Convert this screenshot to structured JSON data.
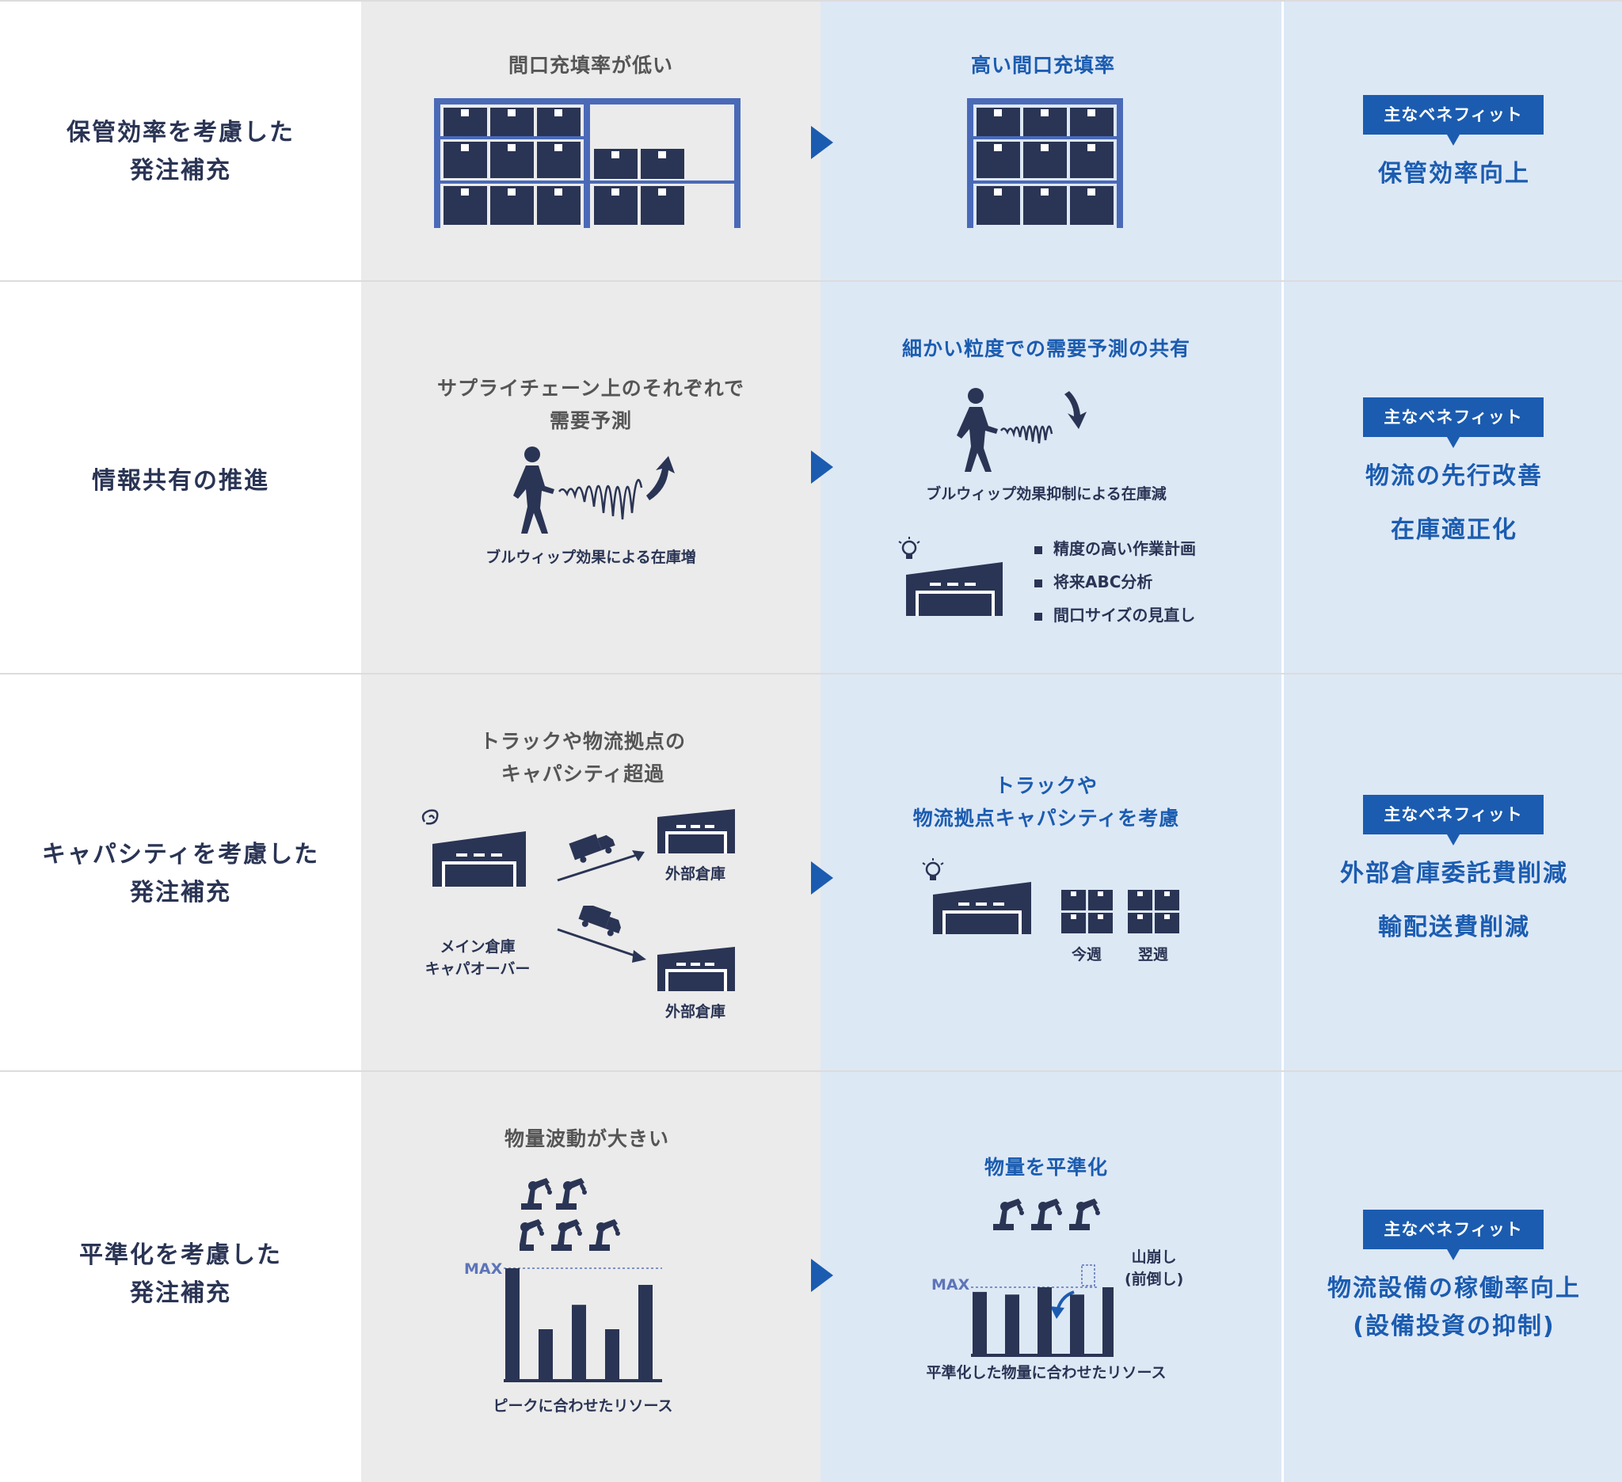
{
  "rows": [
    {
      "label": [
        "保管効率を考慮した",
        "発注補充"
      ],
      "before": {
        "title": "間口充填率が低い"
      },
      "after": {
        "title": "高い間口充填率"
      },
      "benefit": {
        "badge": "主なベネフィット",
        "items": [
          "保管効率向上"
        ]
      }
    },
    {
      "label": [
        "情報共有の推進"
      ],
      "before": {
        "title": [
          "サプライチェーン上のそれぞれで",
          "需要予測"
        ],
        "caption": "ブルウィップ効果による在庫増"
      },
      "after": {
        "title": "細かい粒度での需要予測の共有",
        "caption": "ブルウィップ効果抑制による在庫減",
        "bullets": [
          "精度の高い作業計画",
          "将来ABC分析",
          "間口サイズの見直し"
        ]
      },
      "benefit": {
        "badge": "主なベネフィット",
        "items": [
          "物流の先行改善",
          "在庫適正化"
        ]
      }
    },
    {
      "label": [
        "キャパシティを考慮した",
        "発注補充"
      ],
      "before": {
        "title": [
          "トラックや物流拠点の",
          "キャパシティ超過"
        ],
        "main_caption": [
          "メイン倉庫",
          "キャパオーバー"
        ],
        "external_a": "外部倉庫",
        "external_b": "外部倉庫"
      },
      "after": {
        "title": [
          "トラックや",
          "物流拠点キャパシティを考慮"
        ],
        "this_week": "今週",
        "next_week": "翌週"
      },
      "benefit": {
        "badge": "主なベネフィット",
        "items": [
          "外部倉庫委託費削減",
          "輸配送費削減"
        ]
      }
    },
    {
      "label": [
        "平準化を考慮した",
        "発注補充"
      ],
      "before": {
        "title": "物量波動が大きい",
        "max": "MAX",
        "caption": "ピークに合わせたリソース"
      },
      "after": {
        "title": "物量を平準化",
        "max": "MAX",
        "note": [
          "山崩し",
          "(前倒し)"
        ],
        "caption": "平準化した物量に合わせたリソース"
      },
      "benefit": {
        "badge": "主なベネフィット",
        "items": [
          "物流設備の稼働率向上",
          "(設備投資の抑制)"
        ]
      }
    }
  ],
  "colors": {
    "navy": "#2a3454",
    "blue": "#1b5cb0",
    "gray_bg": "#ebebeb",
    "light_blue_bg": "#dde8f5"
  },
  "chart_data": [
    {
      "type": "bar",
      "title": "物量波動が大きい",
      "max_label": "MAX",
      "values": [
        1.0,
        0.45,
        0.67,
        0.45,
        0.85
      ]
    },
    {
      "type": "bar",
      "title": "物量を平準化",
      "max_label": "MAX",
      "values": [
        0.93,
        0.89,
        1.0,
        0.89,
        1.0
      ]
    }
  ]
}
